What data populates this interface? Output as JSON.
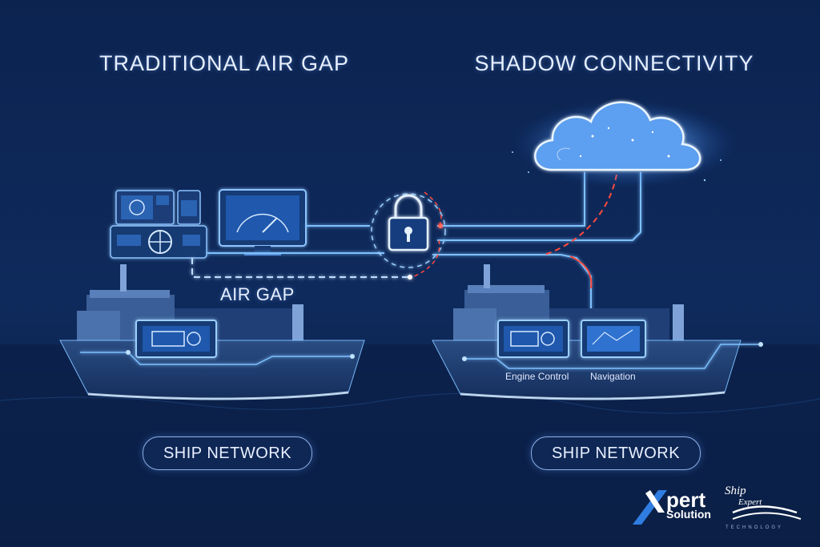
{
  "left_panel": {
    "title": "TRADITIONAL AIR GAP",
    "gap_label": "AIR GAP",
    "network_label": "SHIP NETWORK"
  },
  "right_panel": {
    "title": "SHADOW CONNECTIVITY",
    "engine_label": "Engine Control",
    "navigation_label": "Navigation",
    "network_label": "SHIP NETWORK"
  },
  "center": {
    "lock_icon": "padlock-icon"
  },
  "logos": {
    "xpert_main": "pert",
    "xpert_sub": "Solution",
    "shipexpert_main": "Ship",
    "shipexpert_sub": "Expert",
    "shipexpert_tag": "TECHNOLOGY"
  },
  "colors": {
    "background": "#0b1f45",
    "line_glow": "#6fb4ff",
    "shadow_link": "#ff4a3d",
    "text": "#e6efff"
  }
}
